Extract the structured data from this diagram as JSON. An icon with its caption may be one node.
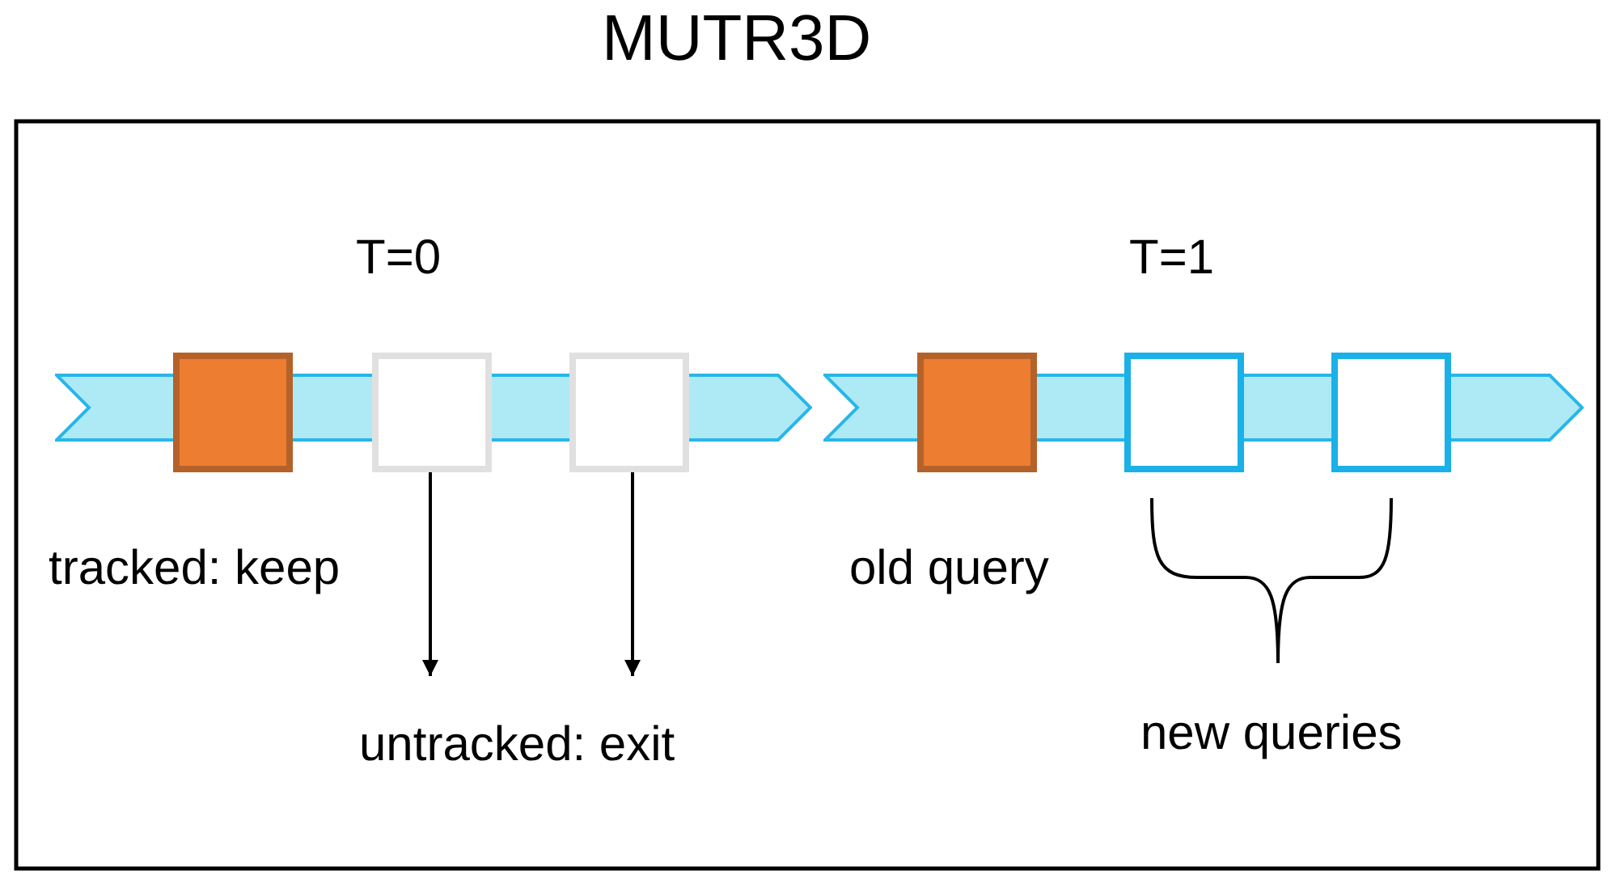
{
  "diagram": {
    "title": "MUTR3D",
    "nodes": [
      {
        "text": [],
        "shape": "band"
      },
      {
        "text": [],
        "shape": "band"
      },
      {
        "text": [],
        "shape": "box"
      },
      {
        "text": [],
        "shape": "box"
      },
      {
        "text": [],
        "shape": "box"
      },
      {
        "text": [],
        "shape": "box"
      },
      {
        "text": [],
        "shape": "box"
      },
      {
        "text": [],
        "shape": "box"
      },
      {
        "text": [
          "untracked: exit"
        ]
      }
    ],
    "edges": [
      {
        "from": 3,
        "to": 8,
        "arrow": "to"
      },
      {
        "from": 4,
        "to": 8,
        "arrow": "to"
      }
    ],
    "labels": [
      "T=0",
      "T=1",
      "tracked: keep",
      "old query",
      "new queries"
    ]
  }
}
